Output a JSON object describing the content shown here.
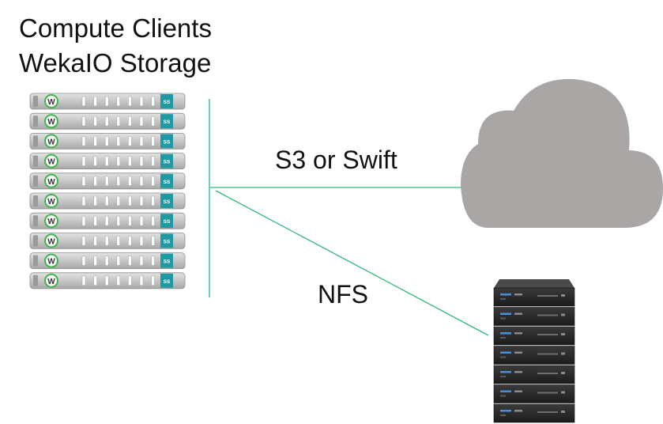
{
  "title": {
    "line1": "Compute Clients",
    "line2": "WekaIO Storage"
  },
  "connections": [
    {
      "label": "S3 or Swift",
      "target": "cloud-object-store"
    },
    {
      "label": "NFS",
      "target": "nfs-storage-rack"
    }
  ],
  "cluster": {
    "server_count": 10,
    "logo_letter": "W",
    "badge_text": "SS"
  },
  "nfs_rack": {
    "unit_count": 7
  },
  "colors": {
    "line": "#2db87a",
    "cloud": "#a9a6a5",
    "server_body": "#c9c9c9",
    "server_badge": "#1f9aa3",
    "logo_ring": "#3db54a",
    "rack_body": "#2b2b2b"
  }
}
